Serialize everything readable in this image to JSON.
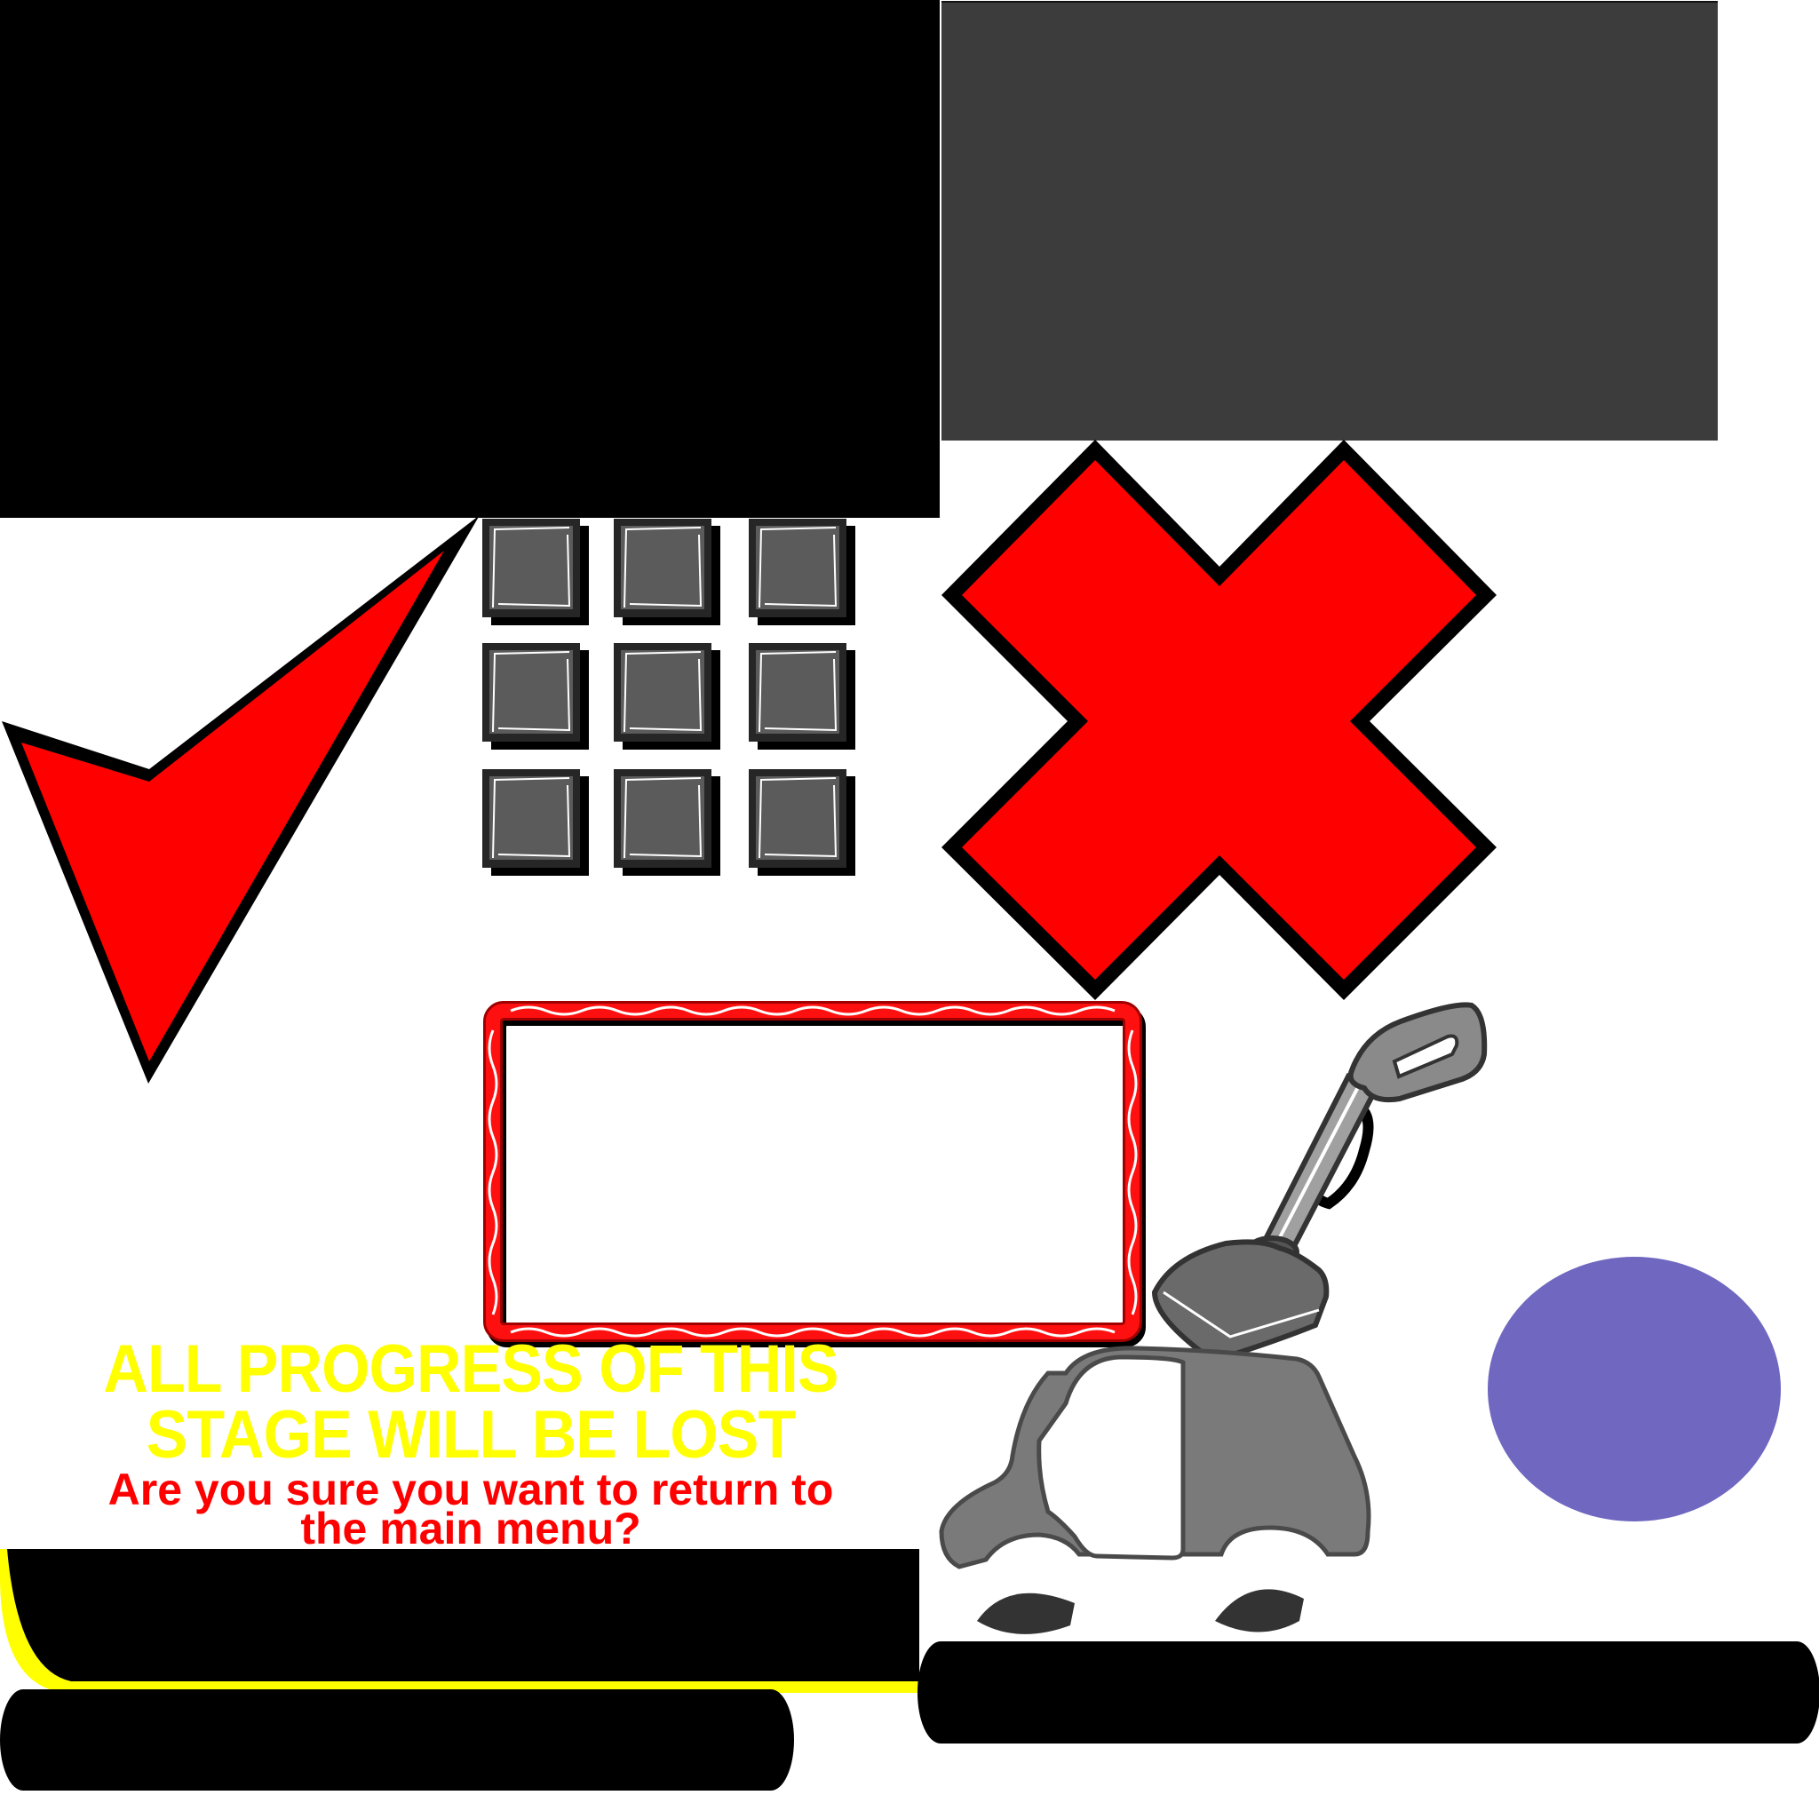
{
  "sheet": {
    "type": "game-sprite-atlas"
  },
  "sprites": {
    "black_panel": {
      "label": "black-panel",
      "color": "#000000"
    },
    "gray_panel": {
      "label": "dark-gray-panel",
      "color": "#3c3c3c"
    },
    "check_mark": {
      "label": "check-mark",
      "fill": "#ff0000",
      "stroke": "#000000"
    },
    "cross_mark": {
      "label": "x-mark",
      "fill": "#ff0000",
      "stroke": "#000000"
    },
    "tile_grid": {
      "rows": 3,
      "cols": 3,
      "tile_color": "#5b5b5b",
      "border_color": "#262626"
    },
    "rope_frame": {
      "label": "red-rope-frame",
      "color": "#ff0000"
    },
    "vacuum": {
      "label": "vacuum-cleaner"
    },
    "car": {
      "label": "small-gray-car",
      "body_color": "#7a7a7a"
    },
    "purple_orb": {
      "label": "purple-circle",
      "color": "#6f67c0"
    },
    "yellow_button_base": {
      "label": "black-button-yellow-edge",
      "edge_color": "#ffff00"
    },
    "pill_left": {
      "label": "black-pill-button"
    },
    "pill_right": {
      "label": "black-pill-button-wide"
    }
  },
  "dialog": {
    "warning_line1": "ALL PROGRESS OF THIS",
    "warning_line2": "STAGE WILL BE LOST",
    "question_line1": "Are you sure you want to return to",
    "question_line2": "the main menu?",
    "warning_color": "#ffff00",
    "question_color": "#ff0000"
  }
}
